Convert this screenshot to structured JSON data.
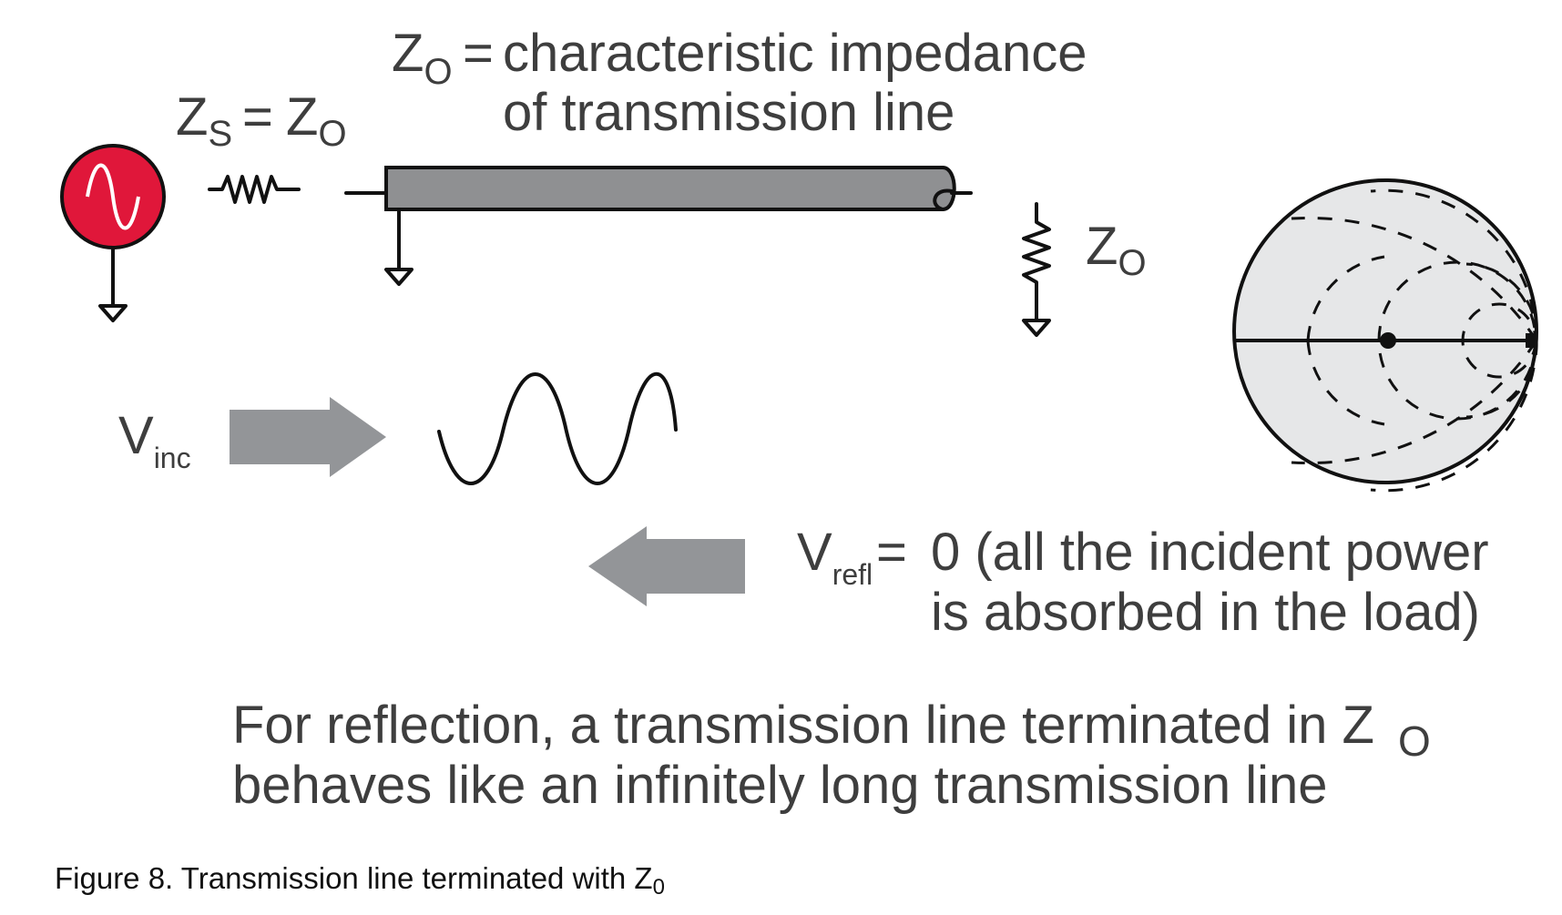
{
  "colors": {
    "source_fill": "#e0173a",
    "cable_fill": "#8f9092",
    "arrow_fill": "#939598",
    "smith_fill": "#e6e7e8",
    "text": "#3e3e3e"
  },
  "icons": [
    "ac-source-icon",
    "resistor-icon",
    "ground-icon",
    "coax-cable-icon",
    "arrow-right-icon",
    "arrow-left-icon",
    "sine-wave-icon",
    "smith-chart-icon"
  ],
  "labels": {
    "z_main": "Z",
    "z_main_sub": "O",
    "eq": "=",
    "z0_def_line1": "characteristic impedance",
    "z0_def_line2": "of transmission line",
    "zs_z": "Z",
    "zs_sub": "S",
    "zs_eq": "=",
    "zs_rhs_z": "Z",
    "zs_rhs_sub": "O",
    "load_z": "Z",
    "load_sub": "O",
    "vinc_v": "V",
    "vinc_sub": "inc",
    "vrefl_v": "V",
    "vrefl_sub": "refl",
    "vrefl_eq": "=",
    "vrefl_line1": "0 (all the incident power",
    "vrefl_line2": "is absorbed in the load)",
    "summary_line1": "For reflection, a transmission line terminated in Z",
    "summary_sub": "O",
    "summary_line2": "behaves like an infinitely long transmission line",
    "caption": "Figure 8. Transmission line terminated with Z",
    "caption_sub": "0"
  }
}
